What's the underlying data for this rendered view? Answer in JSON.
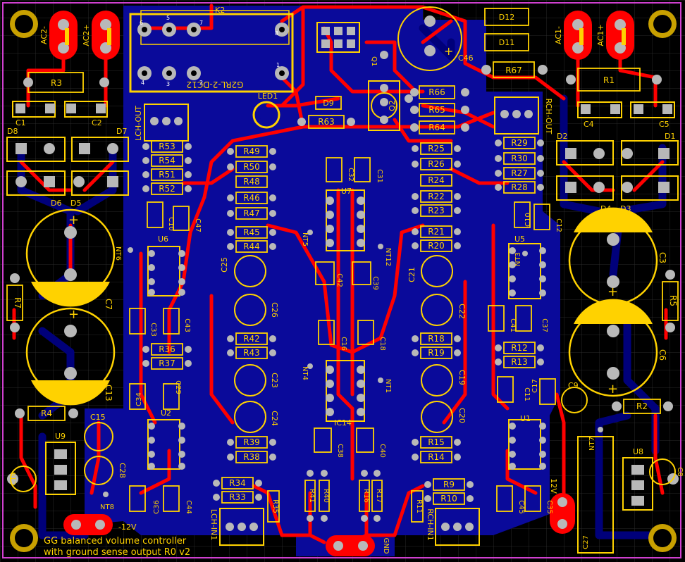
{
  "board": {
    "title_line1": "GG balanced volume controller",
    "title_line2": "with ground sense output R0 v2",
    "colors": {
      "background": "#000000",
      "grid": "#3a3a3a",
      "outline": "#d040d0",
      "pour": "#0a0a9a",
      "top_copper": "#ff0000",
      "bottom_copper": "#000080",
      "silk": "#ffd200",
      "pad": "#b8b8b8",
      "hole": "#000000"
    },
    "relay_text": "G2RL-2-DC12",
    "relay_pin_labels": [
      "8",
      "6",
      "5",
      "7",
      "1",
      "4",
      "3",
      "2"
    ],
    "small_text": {
      "minus12v": "-12V",
      "plus12v": "12V"
    }
  },
  "resistor_labels": [
    "R53",
    "R54",
    "R51",
    "R52",
    "R49",
    "R50",
    "R48",
    "R46",
    "R47",
    "R45",
    "R44",
    "R25",
    "R26",
    "R24",
    "R22",
    "R23",
    "R21",
    "R20",
    "R29",
    "R30",
    "R27",
    "R28",
    "R42",
    "R43",
    "R18",
    "R19",
    "R36",
    "R37",
    "R12",
    "R13",
    "R39",
    "R38",
    "R15",
    "R14",
    "R34",
    "R33",
    "R9",
    "R10",
    "R66",
    "R65",
    "R64",
    "R63",
    "R67",
    "R3",
    "R1",
    "R7",
    "R5",
    "R4",
    "R2"
  ],
  "vertical_resistor_labels": [
    "R35",
    "R41",
    "R40",
    "R16",
    "R17",
    "R11"
  ],
  "electrolytic_labels": [
    "C7",
    "C13",
    "C3",
    "C6"
  ],
  "small_cap_labels": [
    "C25",
    "C26",
    "C23",
    "C24",
    "C21",
    "C22",
    "C19",
    "C20",
    "C9",
    "C15",
    "C28",
    "C46"
  ],
  "film_cap_labels": [
    "C47",
    "C10",
    "C33",
    "C43",
    "C34",
    "C29",
    "C36",
    "C44",
    "C32",
    "C31",
    "C42",
    "C39",
    "C16",
    "C18",
    "C38",
    "C40",
    "C10",
    "C12",
    "C41",
    "C37",
    "C11",
    "C17",
    "C45",
    "C35",
    "C14",
    "C8",
    "C27"
  ],
  "diode_labels": [
    "D8",
    "D7",
    "D6",
    "D5",
    "D2",
    "D1",
    "D4",
    "D3",
    "D9",
    "D12",
    "D11"
  ],
  "ic_labels": [
    "U6",
    "U2",
    "U7",
    "IC14",
    "U5",
    "U1",
    "U9",
    "U8",
    "K2"
  ],
  "connector_labels": [
    "AC2-",
    "AC2+",
    "AC1-",
    "AC1+",
    "LCH-OUT",
    "RCH-OUT",
    "LCH-IN1",
    "RCH-IN1"
  ],
  "misc_labels": [
    "LED1",
    "Q1",
    "Q2",
    "NT5",
    "NT12",
    "NT4",
    "NT1",
    "NT6",
    "NT3",
    "NT8",
    "NT7",
    "GND",
    "C1",
    "C2",
    "C4",
    "C5"
  ]
}
